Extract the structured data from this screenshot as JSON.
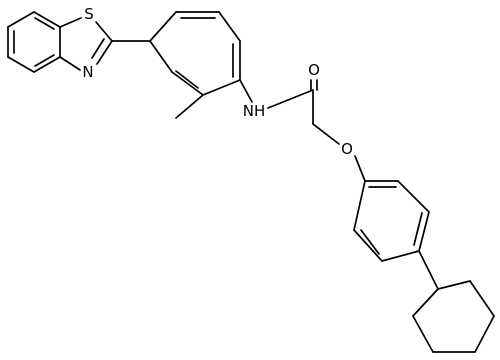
{
  "molecule": {
    "atoms": {
      "sulfur": "S",
      "thiazole_nitrogen": "N",
      "amide_nh": "NH",
      "carbonyl_oxygen": "O",
      "ether_oxygen": "O"
    }
  }
}
